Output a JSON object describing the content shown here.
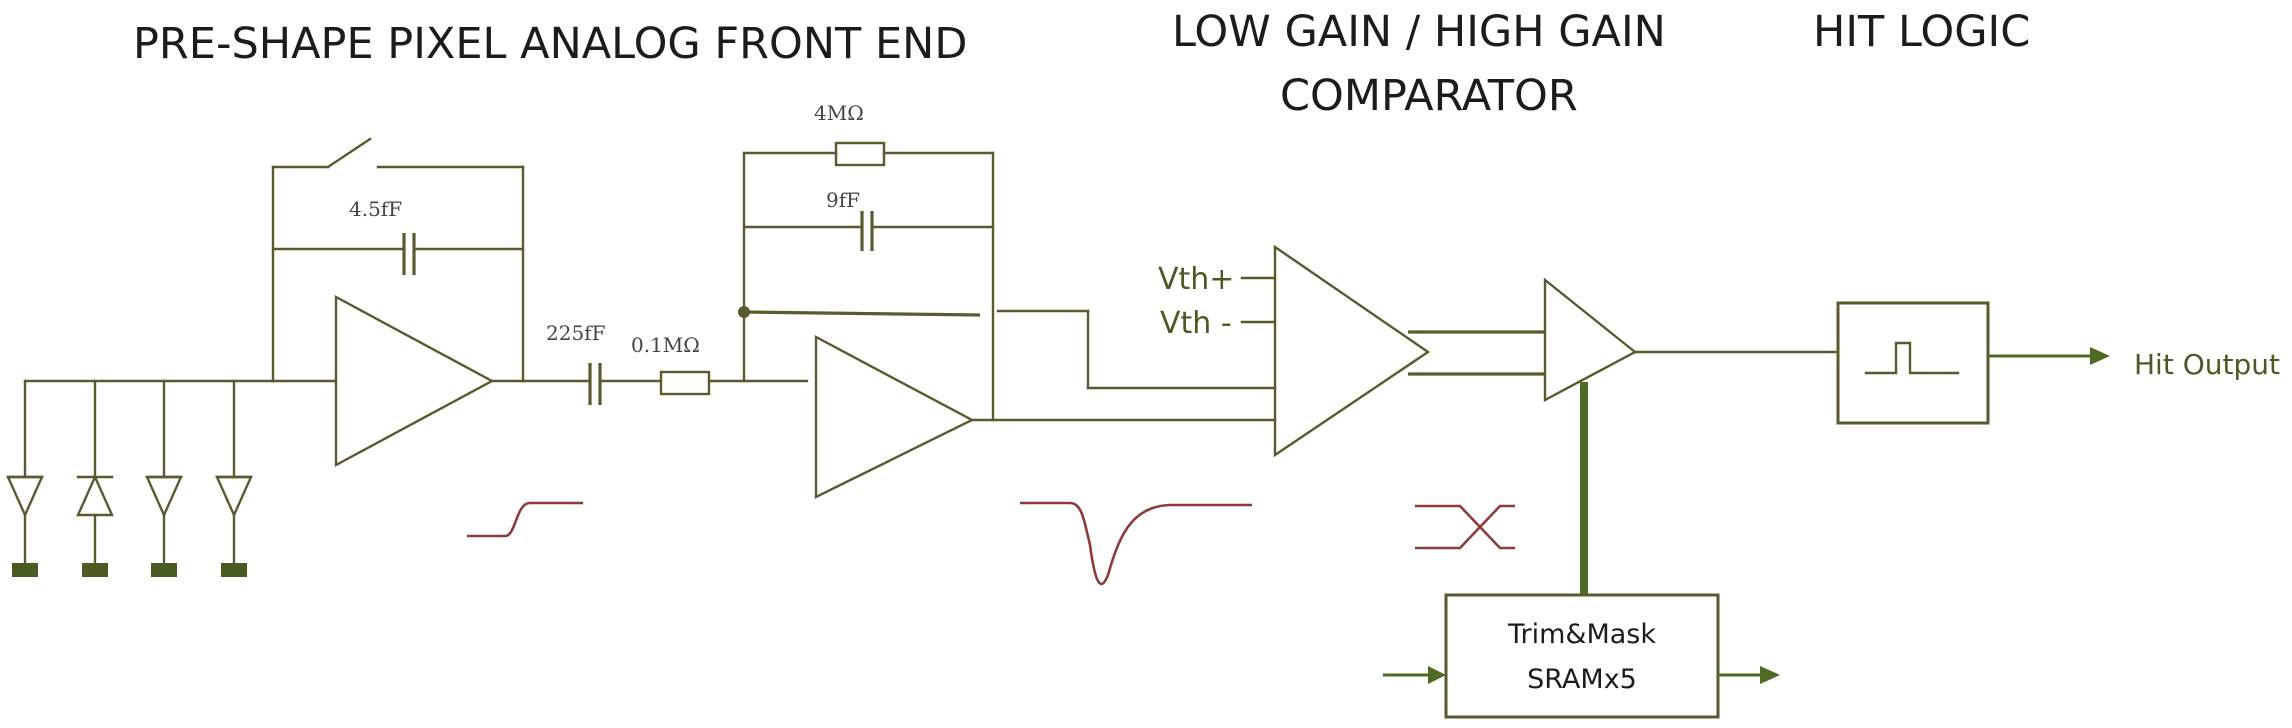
{
  "headers": {
    "frontend": "PRE-SHAPE PIXEL ANALOG FRONT END",
    "comparator_line1": "LOW GAIN / HIGH GAIN",
    "comparator_line2": "COMPARATOR",
    "hit_logic": "HIT LOGIC"
  },
  "components": {
    "preamp_feedback_cap": "4.5fF",
    "coupling_cap": "225fF",
    "series_resistor": "0.1MΩ",
    "shaper_feedback_resistor": "4MΩ",
    "shaper_feedback_cap": "9fF"
  },
  "comparator_inputs": {
    "vth_plus": "Vth+",
    "vth_minus": "Vth -"
  },
  "sram_block": {
    "line1": "Trim&Mask",
    "line2": "SRAMx5"
  },
  "output_label": "Hit Output",
  "colors": {
    "wire": "#5a5a2e",
    "signal": "#8e3a3a",
    "accent": "#4f6a22",
    "text": "#1c1c1c"
  }
}
